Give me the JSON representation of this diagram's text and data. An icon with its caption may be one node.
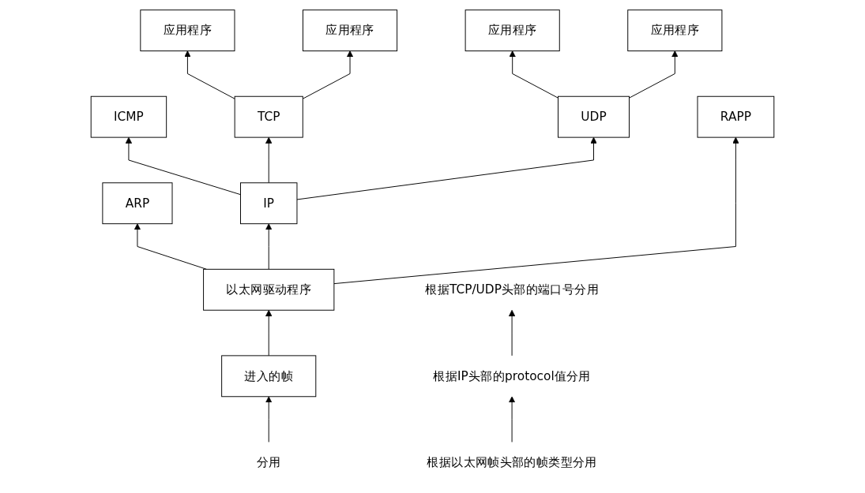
{
  "diagram": {
    "nodes": [
      {
        "text": [
          "应用程序"
        ]
      },
      {
        "text": [
          "应用程序"
        ]
      },
      {
        "text": [
          "应用程序"
        ]
      },
      {
        "text": [
          "应用程序"
        ]
      },
      {
        "text": [
          "TCP"
        ]
      },
      {
        "text": [
          "UDP"
        ]
      },
      {
        "text": [
          "ICMP"
        ]
      },
      {
        "text": [
          "IP"
        ]
      },
      {
        "text": [
          "ARP"
        ]
      },
      {
        "text": [
          "RAPP"
        ]
      },
      {
        "text": [
          "以太网驱动程序"
        ]
      },
      {
        "text": [
          "进入的帧"
        ]
      },
      {
        "text": [
          "分用"
        ]
      },
      {
        "text": [
          "根据TCP/UDP头部的端口号分用"
        ]
      },
      {
        "text": [
          "根据IP头部的protocol值分用"
        ]
      },
      {
        "text": [
          "根据以太网帧头部的帧类型分用"
        ]
      }
    ],
    "edges": [
      {
        "from": 4,
        "to": 0,
        "arrow": "to"
      },
      {
        "from": 4,
        "to": 1,
        "arrow": "to"
      },
      {
        "from": 5,
        "to": 2,
        "arrow": "to"
      },
      {
        "from": 5,
        "to": 3,
        "arrow": "to"
      },
      {
        "from": 7,
        "to": 6,
        "arrow": "to"
      },
      {
        "from": 7,
        "to": 4,
        "arrow": "to"
      },
      {
        "from": 7,
        "to": 5,
        "arrow": "to"
      },
      {
        "from": 10,
        "to": 8,
        "arrow": "to"
      },
      {
        "from": 10,
        "to": 7,
        "arrow": "to"
      },
      {
        "from": 10,
        "to": 9,
        "arrow": "to"
      },
      {
        "from": 11,
        "to": 10,
        "arrow": "to"
      },
      {
        "from": 12,
        "to": 11,
        "arrow": "to"
      },
      {
        "from": 15,
        "to": 14,
        "arrow": "to"
      },
      {
        "from": 14,
        "to": 13,
        "arrow": "to"
      }
    ]
  }
}
